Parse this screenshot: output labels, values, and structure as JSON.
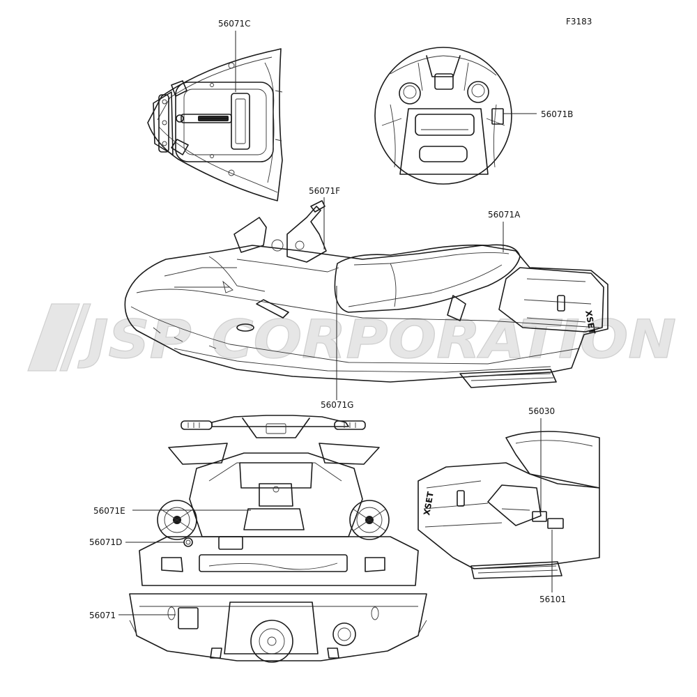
{
  "figure_code": "F3183",
  "watermark": "JSP CORPORATION",
  "labels": {
    "c": "56071C",
    "b": "56071B",
    "f": "56071F",
    "a": "56071A",
    "g": "56071G",
    "p56030": "56030",
    "e": "56071E",
    "d": "56071D",
    "base": "56071",
    "p56101": "56101"
  },
  "seat_decal_text": "XSET"
}
